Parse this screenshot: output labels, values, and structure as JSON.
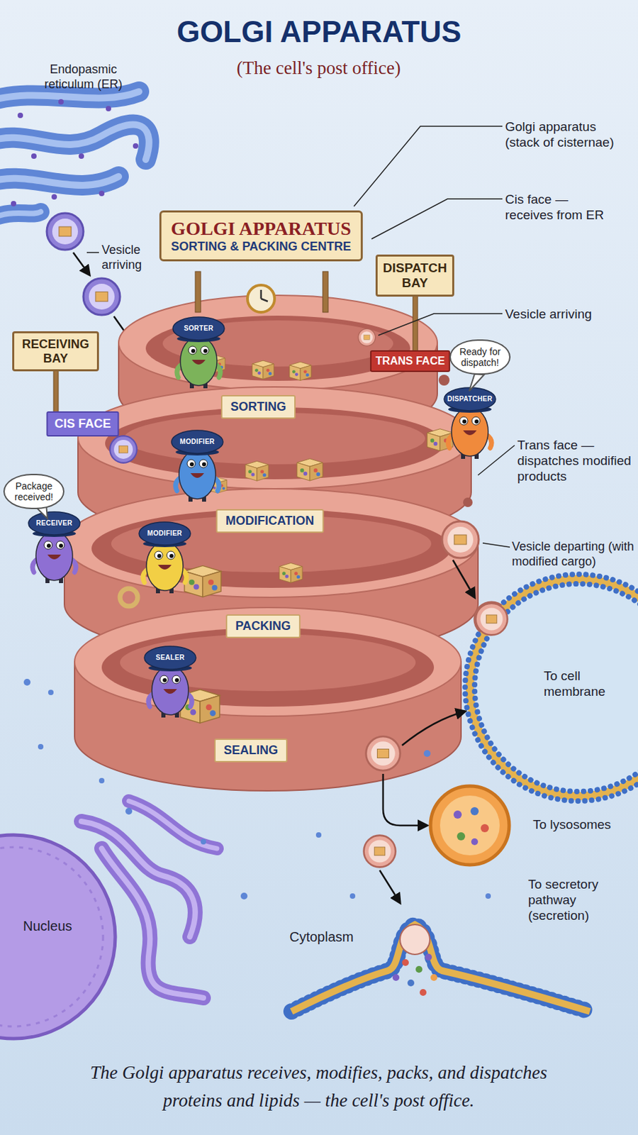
{
  "diagram": {
    "title": "GOLGI APPARATUS",
    "caption": "The Golgi apparatus receives, modifies, packs, and dispatches proteins and lipids — the cell's post office.",
    "nodes": [
      {
        "text": [
          "GOLGI APPARATUS",
          "SORTING & PACKING CENTRE"
        ]
      },
      {
        "text": [
          "RECEIVING BAY"
        ]
      },
      {
        "text": [
          "CIS FACE"
        ]
      },
      {
        "text": [
          "DISPATCH BAY"
        ]
      },
      {
        "text": [
          "TRANS FACE"
        ]
      },
      {
        "text": [
          "SORTING"
        ]
      },
      {
        "text": [
          "MODIFICATION"
        ]
      },
      {
        "text": [
          "PACKING"
        ]
      },
      {
        "text": [
          "SEALING"
        ]
      },
      {
        "text": [
          "Package received!"
        ]
      },
      {
        "text": [
          "Ready for dispatch!"
        ]
      }
    ],
    "labels": [
      "(The cell's post office)",
      "Endopasmic reticulum (ER)",
      "Vesicle arriving",
      "Golgi apparatus (stack of cisternae)",
      "Cis face — receives from ER",
      "Vesicle arriving",
      "Trans face — dispatches modified products",
      "Vesicle departing (with modified cargo)",
      "To cell membrane",
      "To lysosomes",
      "To secretory pathway (secretion)",
      "Nucleus",
      "Cytoplasm",
      "SORTER",
      "DISPATCHER",
      "MODIFIER",
      "RECEIVER",
      "MODIFIER",
      "SEALER"
    ]
  }
}
